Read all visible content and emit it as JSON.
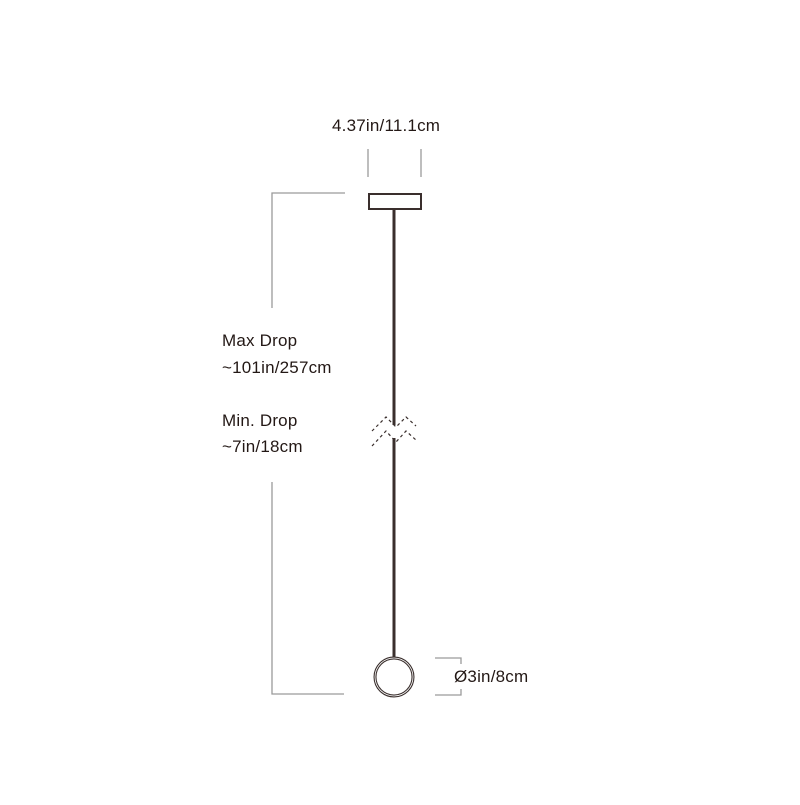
{
  "diagram": {
    "type": "pendant-light-dimension-drawing",
    "colors": {
      "fixture": "#3a2f2d",
      "dimension_line": "#9a9a9a",
      "text": "#231815",
      "background": "#ffffff"
    },
    "canopy": {
      "width_label": "4.37in/11.1cm"
    },
    "drop": {
      "max_title": "Max Drop",
      "max_value": "~101in/257cm",
      "min_title": "Min. Drop",
      "min_value": "~7in/18cm"
    },
    "globe": {
      "diameter_label": "Ø3in/8cm"
    }
  }
}
